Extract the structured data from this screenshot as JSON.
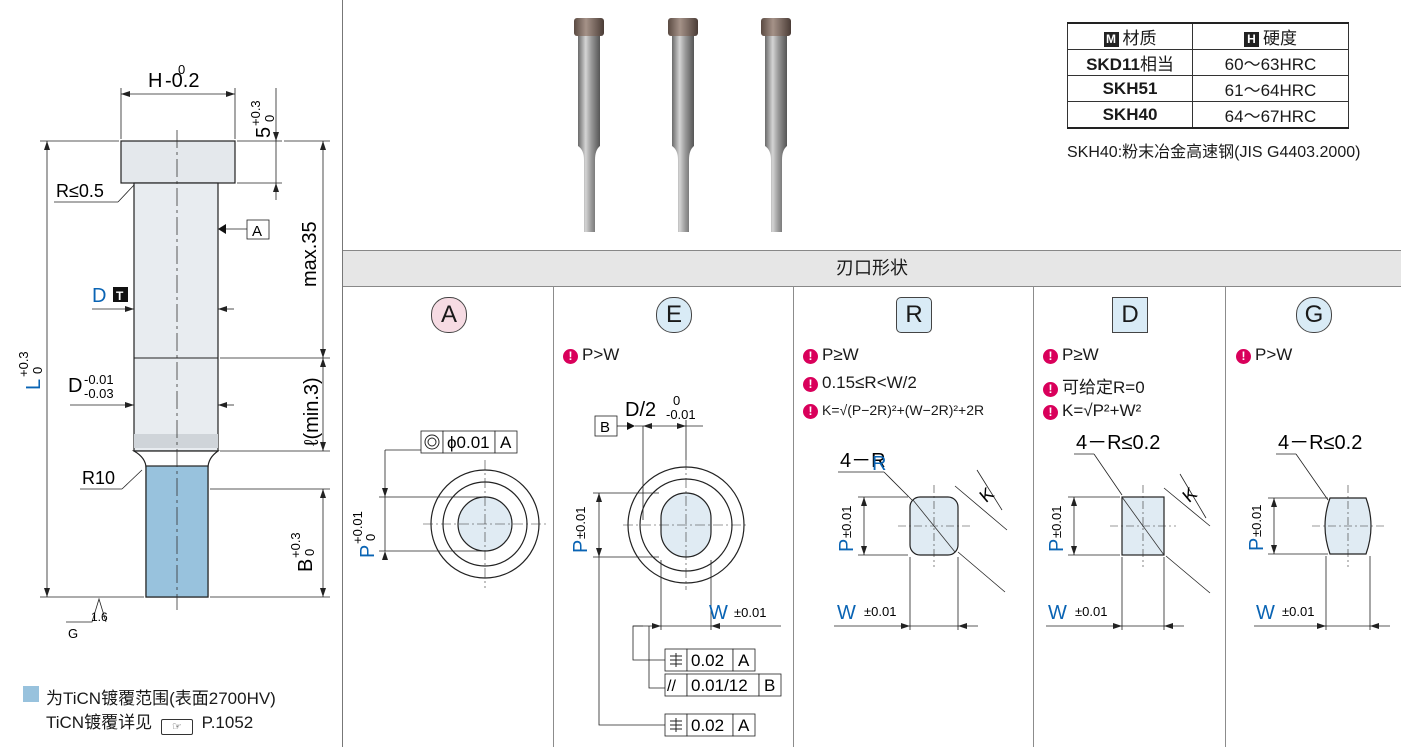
{
  "materials": {
    "header_material": "材质",
    "header_hardness": "硬度",
    "header_material_badge": "M",
    "header_hardness_badge": "H",
    "rows": [
      {
        "material": "SKD11",
        "material_suffix": "相当",
        "hardness": "60～63HRC"
      },
      {
        "material": "SKH51",
        "material_suffix": "",
        "hardness": "61～64HRC"
      },
      {
        "material": "SKH40",
        "material_suffix": "",
        "hardness": "64～67HRC"
      }
    ],
    "footnote": "SKH40:粉末冶金高速钢(JIS G4403.2000)"
  },
  "section_header": "刃口形状",
  "main_drawing": {
    "h_label": "H",
    "h_tol_upper": "0",
    "h_tol_lower": "-0.2",
    "head_tol_base": "5",
    "head_tol_upper": "+0.3",
    "head_tol_lower": "0",
    "r_head": "R≤0.5",
    "datum_a": "A",
    "max_length": "max.35",
    "d_label": "D",
    "d_badge": "T",
    "d_tol_label": "D",
    "d_tol_upper": "-0.01",
    "d_tol_lower": "-0.03",
    "l_label": "L",
    "l_tol_upper": "+0.3",
    "l_tol_lower": "0",
    "ell_min": "ℓ(min.3)",
    "r10": "R10",
    "b_label": "B",
    "b_tol_upper": "+0.3",
    "b_tol_lower": "0",
    "roughness_value": "1.6",
    "roughness_ref": "G"
  },
  "legend": {
    "line1": "为TiCN镀覆范围(表面2700HV)",
    "line2": "TiCN镀覆详见",
    "line2_ref": "P.1052",
    "color": "#98c2dd"
  },
  "shapes": [
    {
      "letter": "A",
      "style": "pink-round",
      "notes": [],
      "p_label": "P",
      "p_tol_upper": "+0.01",
      "p_tol_lower": "0",
      "coax": "◎",
      "coax_value": "ϕ0.01",
      "coax_ref": "A"
    },
    {
      "letter": "E",
      "style": "blue-round",
      "notes": [
        "P>W"
      ],
      "p_label": "P",
      "p_tol": "±0.01",
      "w_label": "W",
      "w_tol": "±0.01",
      "d2_label": "D/2",
      "d2_tol_upper": "0",
      "d2_tol_lower": "-0.01",
      "datum_b": "B",
      "frames": [
        {
          "sym": "⌯",
          "value": "0.02",
          "ref": "A"
        },
        {
          "sym": "//",
          "value": "0.01/12",
          "ref": "B"
        },
        {
          "sym": "⌯",
          "value": "0.02",
          "ref": "A"
        }
      ]
    },
    {
      "letter": "R",
      "style": "blue-rounded-square",
      "notes": [
        "P≥W",
        "0.15≤R<W/2",
        "K=√(P−2R)²+(W−2R)²+2R"
      ],
      "p_label": "P",
      "p_tol": "±0.01",
      "w_label": "W",
      "w_tol": "±0.01",
      "r_label": "4－R",
      "r_label_r": "R",
      "k_label": "K"
    },
    {
      "letter": "D",
      "style": "blue-square",
      "notes": [
        "P≥W",
        "可给定R=0",
        "K=√P²+W²"
      ],
      "p_label": "P",
      "p_tol": "±0.01",
      "w_label": "W",
      "w_tol": "±0.01",
      "r_label": "4－R≤0.2",
      "k_label": "K"
    },
    {
      "letter": "G",
      "style": "blue-round",
      "notes": [
        "P>W"
      ],
      "p_label": "P",
      "p_tol": "±0.01",
      "w_label": "W",
      "w_tol": "±0.01",
      "r_label": "4－R≤0.2"
    }
  ]
}
